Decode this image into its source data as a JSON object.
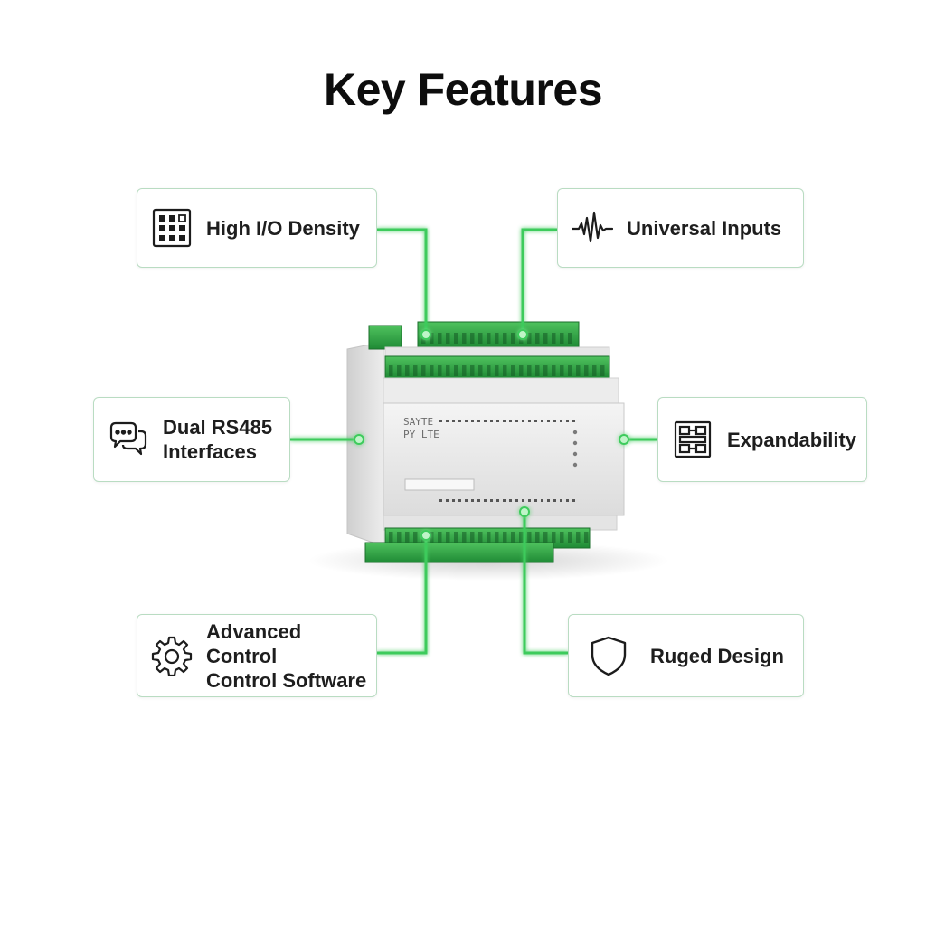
{
  "title": "Key Features",
  "accent_color": "#3ecb5c",
  "features": [
    {
      "id": "io",
      "lines": [
        "High I/O Density"
      ],
      "icon": "grid-icon"
    },
    {
      "id": "ui",
      "lines": [
        "Universal Inputs"
      ],
      "icon": "waveform-icon"
    },
    {
      "id": "rs",
      "lines": [
        "Dual RS485",
        "Interfaces"
      ],
      "icon": "chat-bubbles-icon"
    },
    {
      "id": "ex",
      "lines": [
        "Expandability"
      ],
      "icon": "modules-icon"
    },
    {
      "id": "ac",
      "lines": [
        "Advanced Control",
        "Control Software"
      ],
      "icon": "gear-icon"
    },
    {
      "id": "rd",
      "lines": [
        "Ruged Design"
      ],
      "icon": "shield-icon"
    }
  ],
  "device": {
    "brand_line1": "SAYTE",
    "brand_line2": "PY LTE"
  }
}
